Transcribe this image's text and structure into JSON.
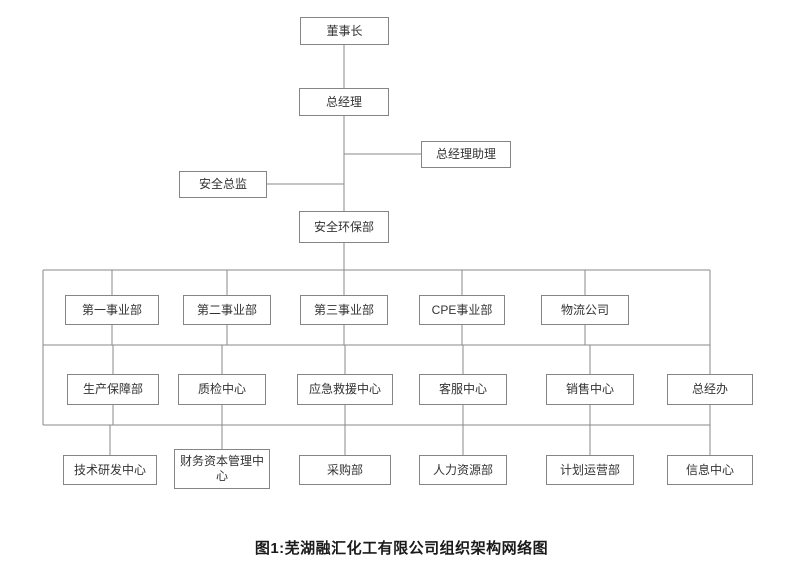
{
  "diagram": {
    "caption": "图1:芜湖融汇化工有限公司组织架构网络图",
    "colors": {
      "line": "#8a8a8a",
      "box_border": "#858585"
    },
    "nodes": {
      "chairman": "董事长",
      "general_manager": "总经理",
      "gm_assistant": "总经理助理",
      "safety_director": "安全总监",
      "safety_env_dept": "安全环保部",
      "div1": "第一事业部",
      "div2": "第二事业部",
      "div3": "第三事业部",
      "cpe_div": "CPE事业部",
      "logistics": "物流公司",
      "production_support": "生产保障部",
      "quality_center": "质检中心",
      "emergency_center": "应急救援中心",
      "customer_service": "客服中心",
      "sales_center": "销售中心",
      "gm_office": "总经办",
      "tech_rd_center": "技术研发中心",
      "finance_capital_center": "财务资本管理中心",
      "procurement": "采购部",
      "hr_dept": "人力资源部",
      "planning_ops": "计划运营部",
      "info_center": "信息中心"
    }
  }
}
